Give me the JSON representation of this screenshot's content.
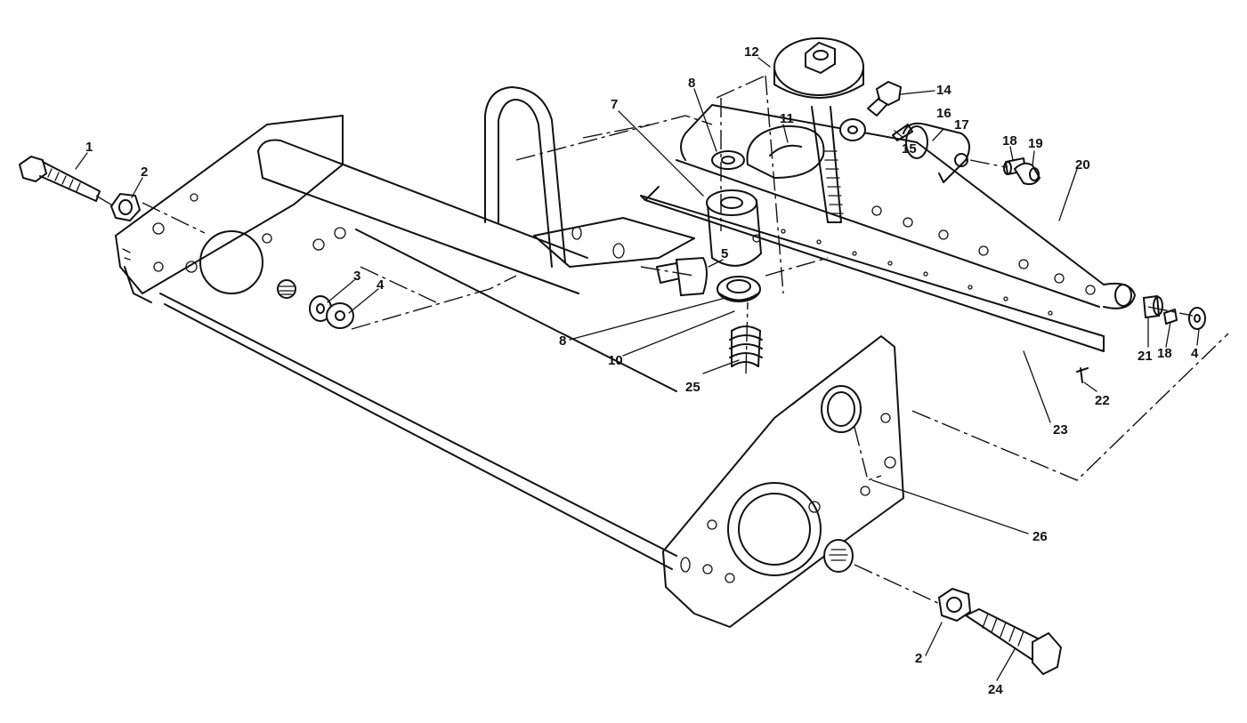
{
  "diagram": {
    "part_labels": [
      "1",
      "2",
      "3",
      "4",
      "5",
      "7",
      "8",
      "8",
      "10",
      "11",
      "12",
      "14",
      "15",
      "16",
      "17",
      "18",
      "18",
      "19",
      "20",
      "21",
      "4",
      "22",
      "23",
      "25",
      "26",
      "2",
      "24"
    ]
  }
}
